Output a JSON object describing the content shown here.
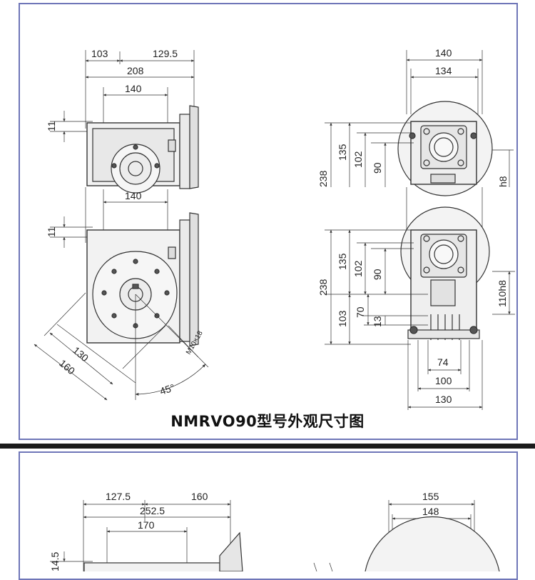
{
  "caption": "NMRVO90型号外观尺寸图",
  "top": {
    "side_view": {
      "dim_103": "103",
      "dim_129_5": "129.5",
      "dim_208": "208",
      "dim_140_a": "140",
      "dim_11_a": "11",
      "dim_140_b": "140",
      "dim_11_b": "11",
      "dim_130": "130",
      "dim_160": "160",
      "dim_m10": "M10×18",
      "dim_45": "45°"
    },
    "front_view": {
      "dim_140": "140",
      "dim_134": "134",
      "dim_238_a": "238",
      "dim_135_a": "135",
      "dim_102_a": "102",
      "dim_90_a": "90",
      "dim_h8": "h8",
      "dim_238_b": "238",
      "dim_135_b": "135",
      "dim_102_b": "102",
      "dim_90_b": "90",
      "dim_103": "103",
      "dim_70": "70",
      "dim_13": "13",
      "dim_110h8": "110h8",
      "dim_74": "74",
      "dim_100": "100",
      "dim_130": "130"
    }
  },
  "bottom": {
    "side_view": {
      "dim_127_5": "127.5",
      "dim_160": "160",
      "dim_252_5": "252.5",
      "dim_170": "170",
      "dim_14_5": "14.5"
    },
    "front_view": {
      "dim_155": "155",
      "dim_148": "148"
    }
  }
}
